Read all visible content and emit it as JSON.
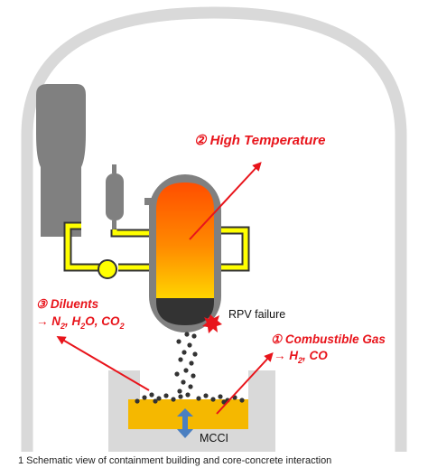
{
  "labels": {
    "high_temp_num": "②",
    "high_temp": "High Temperature",
    "diluents_num": "③",
    "diluents": "Diluents",
    "diluents_species_prefix": "→ N",
    "diluents_sub1": "2",
    "diluents_mid1": ", H",
    "diluents_sub2": "2",
    "diluents_mid2": "O, CO",
    "diluents_sub3": "2",
    "comb_num": "①",
    "comb_gas": "Combustible Gas",
    "comb_species": "→ H",
    "comb_sub": "2",
    "comb_species_tail": ", CO",
    "rpv_failure": "RPV failure",
    "mcci": "MCCI"
  },
  "caption": "1 Schematic view of containment building and core-concrete interaction",
  "colors": {
    "containment": "#d9d9d9",
    "equipment": "#808080",
    "piping": "#ffff00",
    "piping_outline": "#333333",
    "core_top": "#ff5a00",
    "core_bottom": "#ffd000",
    "corium_pool": "#f5b800",
    "arrow": "#e8141b",
    "mcci_arrow": "#4a7fc1",
    "debris": "#333333"
  }
}
